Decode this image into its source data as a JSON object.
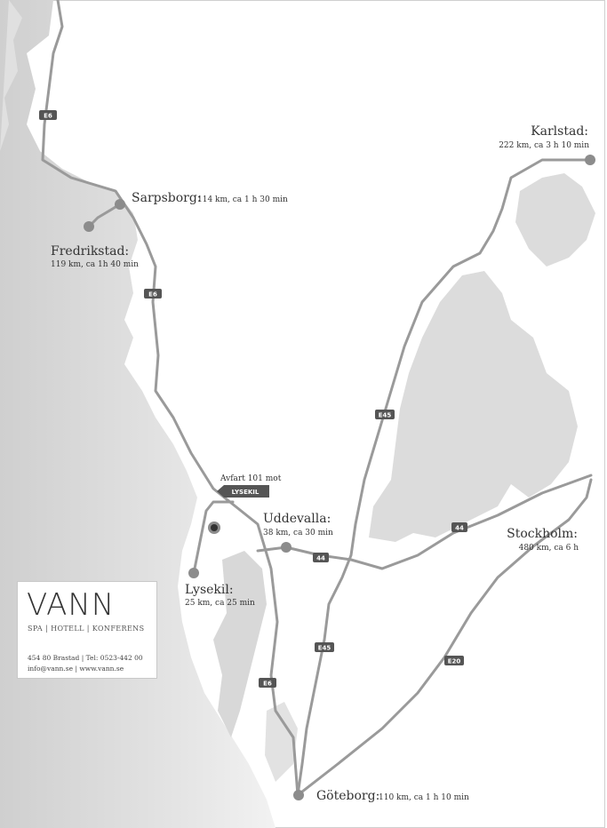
{
  "legend": {
    "brand": "VANN",
    "tagline": "SPA | HOTELL | KONFERENS",
    "address": "454 80 Brastad | Tel: 0523-442 00",
    "contact": "info@vann.se | www.vann.se"
  },
  "cities": {
    "sarpsborg": {
      "name": "Sarpsborg:",
      "distance": "114 km, ca 1 h 30 min"
    },
    "fredrikstad": {
      "name": "Fredrikstad:",
      "distance": "119 km, ca 1h 40 min"
    },
    "karlstad": {
      "name": "Karlstad:",
      "distance": "222 km, ca 3 h 10 min"
    },
    "uddevalla": {
      "name": "Uddevalla:",
      "distance": "38 km, ca 30 min"
    },
    "stockholm": {
      "name": "Stockholm:",
      "distance": "480 km, ca 6 h"
    },
    "lysekil": {
      "name": "Lysekil:",
      "distance": "25 km, ca 25 min"
    },
    "goteborg": {
      "name": "Göteborg:",
      "distance": "110 km, ca 1 h 10 min"
    }
  },
  "exit": {
    "label": "Avfart 101 mot",
    "sign": "LYSEKIL"
  },
  "roads": {
    "e6_a": "E6",
    "e6_b": "E6",
    "e6_c": "E6",
    "e45_north": "E45",
    "e45_south": "E45",
    "r44_a": "44",
    "r44_b": "44",
    "e20": "E20"
  },
  "colors": {
    "water": "#e4e4e4",
    "lake": "#dcdcdc",
    "road": "#9a9a9a",
    "shield": "#555555",
    "city_dot": "#8c8c8c",
    "vann_dot": "#333333"
  }
}
